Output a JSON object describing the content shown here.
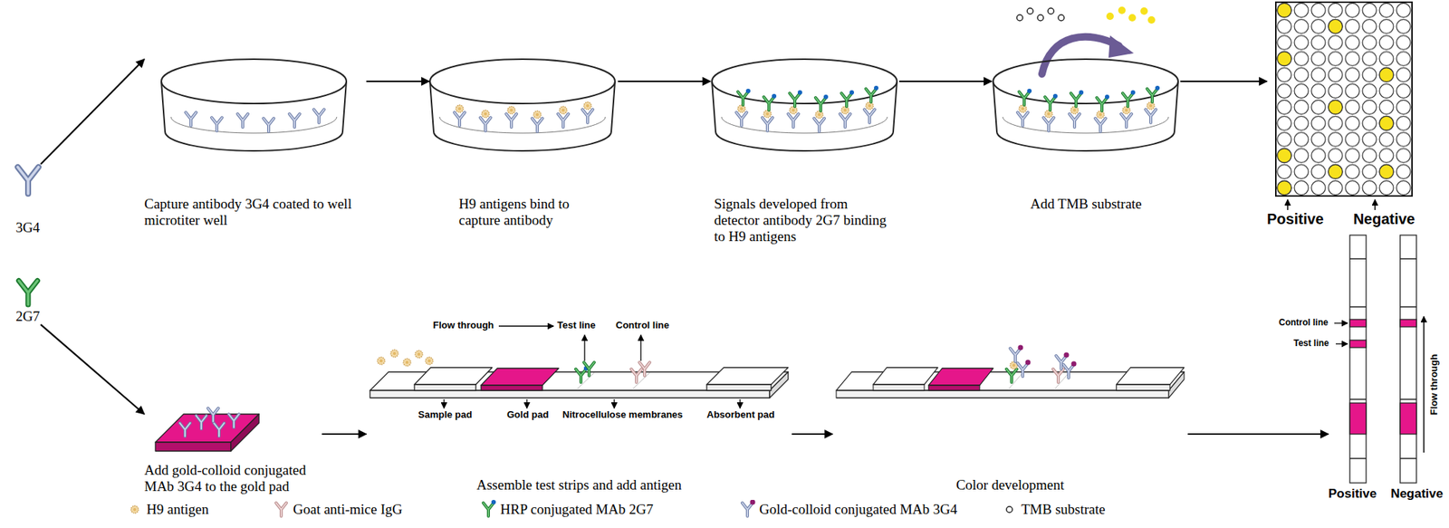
{
  "diagram": {
    "nodes": [
      {
        "text": [
          "3G4"
        ]
      },
      {
        "text": [
          "2G7"
        ]
      },
      {
        "text": [
          "Capture antibody 3G4 coated to well microtiter well"
        ]
      },
      {
        "text": [
          "H9 antigens bind to capture antibody"
        ]
      },
      {
        "text": [
          "Signals developed from detector antibody 2G7 binding to H9 antigens"
        ]
      },
      {
        "text": [
          "Add TMB substrate"
        ]
      },
      {
        "text": [
          "Positive",
          "Negative"
        ]
      },
      {
        "text": [
          "Add gold-colloid conjugated MAb 3G4 to the gold pad"
        ]
      },
      {
        "text": [
          "Assemble test strips and add antigen"
        ]
      },
      {
        "text": [
          "Color development"
        ]
      },
      {
        "text": [
          "Positive",
          "Negative"
        ]
      }
    ],
    "edges": [
      {
        "from": 0,
        "to": 2,
        "arrow": "to"
      },
      {
        "from": 2,
        "to": 3,
        "arrow": "to"
      },
      {
        "from": 3,
        "to": 4,
        "arrow": "to"
      },
      {
        "from": 4,
        "to": 5,
        "arrow": "to"
      },
      {
        "from": 5,
        "to": 6,
        "arrow": "to"
      },
      {
        "from": 1,
        "to": 7,
        "arrow": "to"
      },
      {
        "from": 7,
        "to": 8,
        "arrow": "to"
      },
      {
        "from": 8,
        "to": 9,
        "arrow": "to"
      },
      {
        "from": 9,
        "to": 10,
        "arrow": "to"
      }
    ],
    "labels": [
      "Flow through",
      "Test line",
      "Control line",
      "Sample pad",
      "Gold pad",
      "Nitrocellulose membranes",
      "Absorbent pad",
      "Control line",
      "Test line",
      "Flow through"
    ],
    "legend": [
      {
        "text": "H9 antigen"
      },
      {
        "text": "Goat anti-mice IgG"
      },
      {
        "text": "HRP conjugated MAb 2G7"
      },
      {
        "text": "Gold-colloid conjugated MAb 3G4"
      },
      {
        "text": "TMB substrate"
      }
    ]
  }
}
